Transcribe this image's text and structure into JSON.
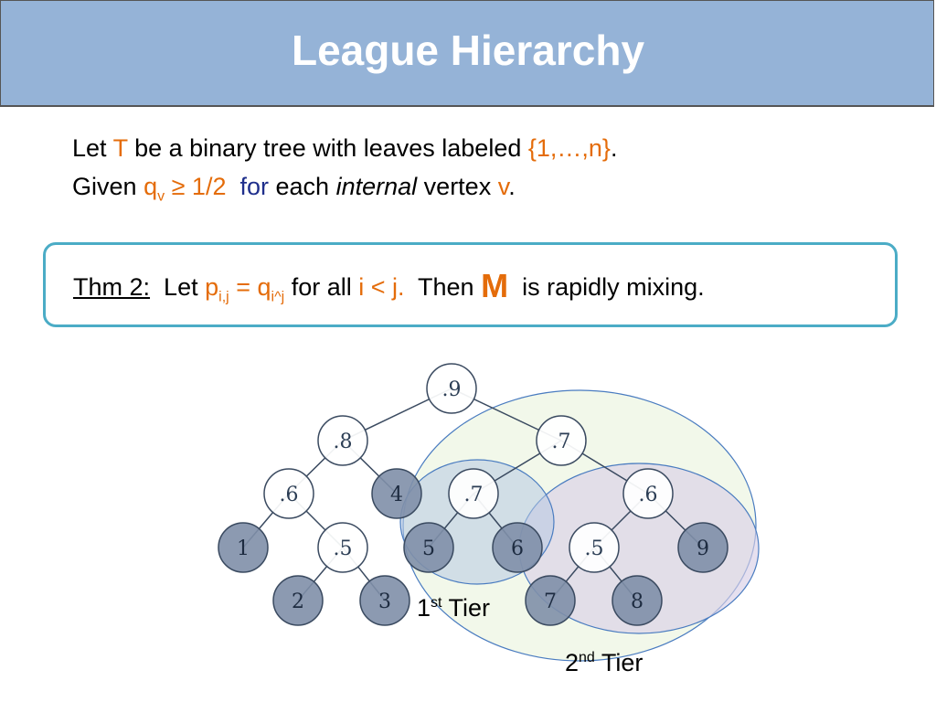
{
  "header": {
    "title": "League Hierarchy"
  },
  "intro": {
    "line1": {
      "let": "Let",
      "T": "T",
      "middle": "be a binary tree with leaves labeled",
      "set": "{1,…,n}",
      "end": "."
    },
    "line2": {
      "given": "Given",
      "q": "q",
      "q_sub": "v",
      "geq": "≥ 1/2",
      "for": "for",
      "each": "each",
      "internal": "internal",
      "vertex": "vertex",
      "v": "v",
      "end": "."
    }
  },
  "theorem": {
    "label": "Thm 2:",
    "let": "Let",
    "p": "p",
    "p_sub": "i,j",
    "eq": "=",
    "q": "q",
    "q_sub": "i^j",
    "for_all": "for all",
    "cond": "i < j.",
    "then": "Then",
    "M": "M",
    "rest": "is rapidly mixing."
  },
  "tree": {
    "nodes": [
      {
        "id": "root",
        "label": ".9",
        "type": "internal"
      },
      {
        "id": "n8",
        "label": ".8",
        "type": "internal"
      },
      {
        "id": "n7",
        "label": ".7",
        "type": "internal"
      },
      {
        "id": "n6a",
        "label": ".6",
        "type": "internal"
      },
      {
        "id": "leaf4",
        "label": "4",
        "type": "leaf"
      },
      {
        "id": "n7b",
        "label": ".7",
        "type": "internal"
      },
      {
        "id": "n6b",
        "label": ".6",
        "type": "internal"
      },
      {
        "id": "leaf1",
        "label": "1",
        "type": "leaf"
      },
      {
        "id": "n5a",
        "label": ".5",
        "type": "internal"
      },
      {
        "id": "leaf5",
        "label": "5",
        "type": "leaf"
      },
      {
        "id": "leaf6",
        "label": "6",
        "type": "leaf"
      },
      {
        "id": "n5b",
        "label": ".5",
        "type": "internal"
      },
      {
        "id": "leaf9",
        "label": "9",
        "type": "leaf"
      },
      {
        "id": "leaf2",
        "label": "2",
        "type": "leaf"
      },
      {
        "id": "leaf3",
        "label": "3",
        "type": "leaf"
      },
      {
        "id": "leaf7",
        "label": "7",
        "type": "leaf"
      },
      {
        "id": "leaf8",
        "label": "8",
        "type": "leaf"
      }
    ],
    "edges": [
      [
        "root",
        "n8"
      ],
      [
        "root",
        "n7"
      ],
      [
        "n8",
        "n6a"
      ],
      [
        "n8",
        "leaf4"
      ],
      [
        "n7",
        "n7b"
      ],
      [
        "n7",
        "n6b"
      ],
      [
        "n6a",
        "leaf1"
      ],
      [
        "n6a",
        "n5a"
      ],
      [
        "n7b",
        "leaf5"
      ],
      [
        "n7b",
        "leaf6"
      ],
      [
        "n6b",
        "n5b"
      ],
      [
        "n6b",
        "leaf9"
      ],
      [
        "n5a",
        "leaf2"
      ],
      [
        "n5a",
        "leaf3"
      ],
      [
        "n5b",
        "leaf7"
      ],
      [
        "n5b",
        "leaf8"
      ]
    ]
  },
  "tiers": {
    "first": {
      "num": "1",
      "sup": "st",
      "label": "Tier"
    },
    "second": {
      "num": "2",
      "sup": "nd",
      "label": "Tier"
    }
  },
  "colors": {
    "header_bg": "#95b3d7",
    "accent_orange": "#e46c0a",
    "navy": "#1f2f8c",
    "box_border": "#4bacc6",
    "leaf_fill": "#7f8fa9",
    "tier1_fill": "#b7c9e2",
    "tier2_fill": "#d9cfe6",
    "outer_fill": "#f0f7e6"
  }
}
